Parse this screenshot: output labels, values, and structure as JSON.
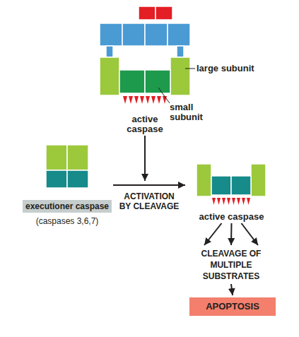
{
  "diagram": {
    "nodes": [
      {
        "text": [
          "active caspase"
        ]
      },
      {
        "text": [
          "executioner caspase",
          "(caspases 3,6,7)"
        ]
      },
      {
        "text": [
          "active caspase"
        ]
      },
      {
        "text": [
          "CLEAVAGE OF MULTIPLE SUBSTRATES"
        ]
      },
      {
        "text": [
          "APOPTOSIS"
        ]
      }
    ],
    "edges": [
      {
        "from": 1,
        "to": 2,
        "arrow": "to",
        "label": "ACTIVATION BY CLEAVAGE"
      },
      {
        "from": 2,
        "to": 3,
        "arrow": "to"
      },
      {
        "from": 2,
        "to": 3,
        "arrow": "to"
      },
      {
        "from": 2,
        "to": 3,
        "arrow": "to"
      },
      {
        "from": 3,
        "to": 4,
        "arrow": "to"
      }
    ],
    "labels": [
      "large subunit",
      "small subunit"
    ]
  }
}
